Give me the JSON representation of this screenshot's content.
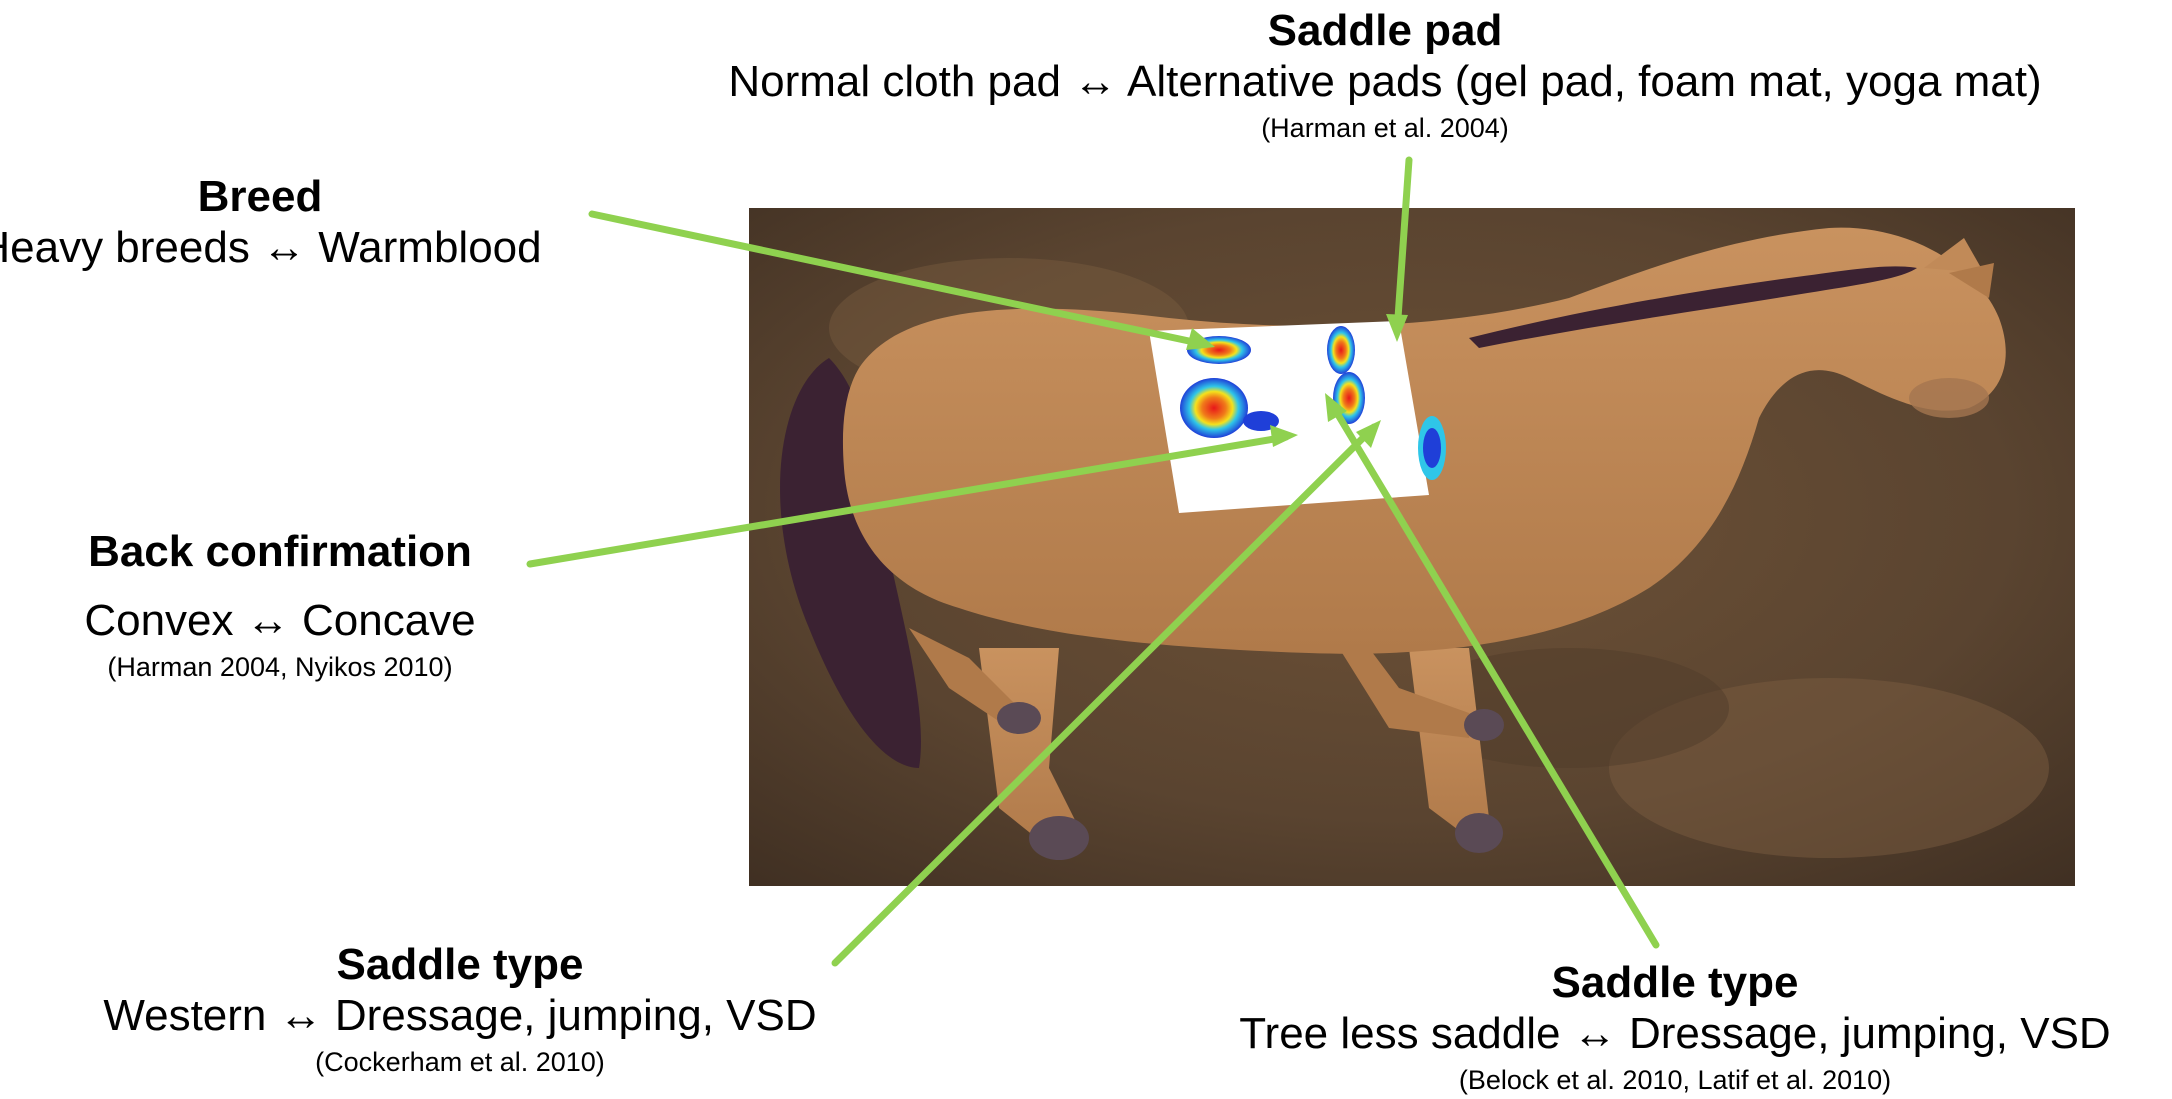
{
  "colors": {
    "arrow": "#8fd14f",
    "background_brown": "#6b5138",
    "horse_coat": "#c18a58",
    "mane_tail": "#3b2232",
    "pressure_high": "#e8161a",
    "pressure_mid": "#f5e21c",
    "pressure_low": "#1f3fd8",
    "pressure_edge": "#2fc6e8"
  },
  "labels": {
    "saddle_pad": {
      "title": "Saddle pad",
      "desc": "Normal cloth pad ↔ Alternative pads (gel pad, foam mat, yoga mat)",
      "ref": "(Harman et al. 2004)"
    },
    "breed": {
      "title": "Breed",
      "desc": "Heavy breeds ↔ Warmblood"
    },
    "back_conformation": {
      "title": "Back confirmation",
      "desc": "Convex ↔ Concave",
      "ref": "(Harman 2004, Nyikos 2010)"
    },
    "saddle_type_left": {
      "title": "Saddle type",
      "desc": "Western ↔ Dressage, jumping, VSD",
      "ref": "(Cockerham et al. 2010)"
    },
    "saddle_type_right": {
      "title": "Saddle type",
      "desc": "Tree less saddle ↔ Dressage, jumping, VSD",
      "ref": "(Belock et al. 2010, Latif et al. 2010)"
    }
  }
}
